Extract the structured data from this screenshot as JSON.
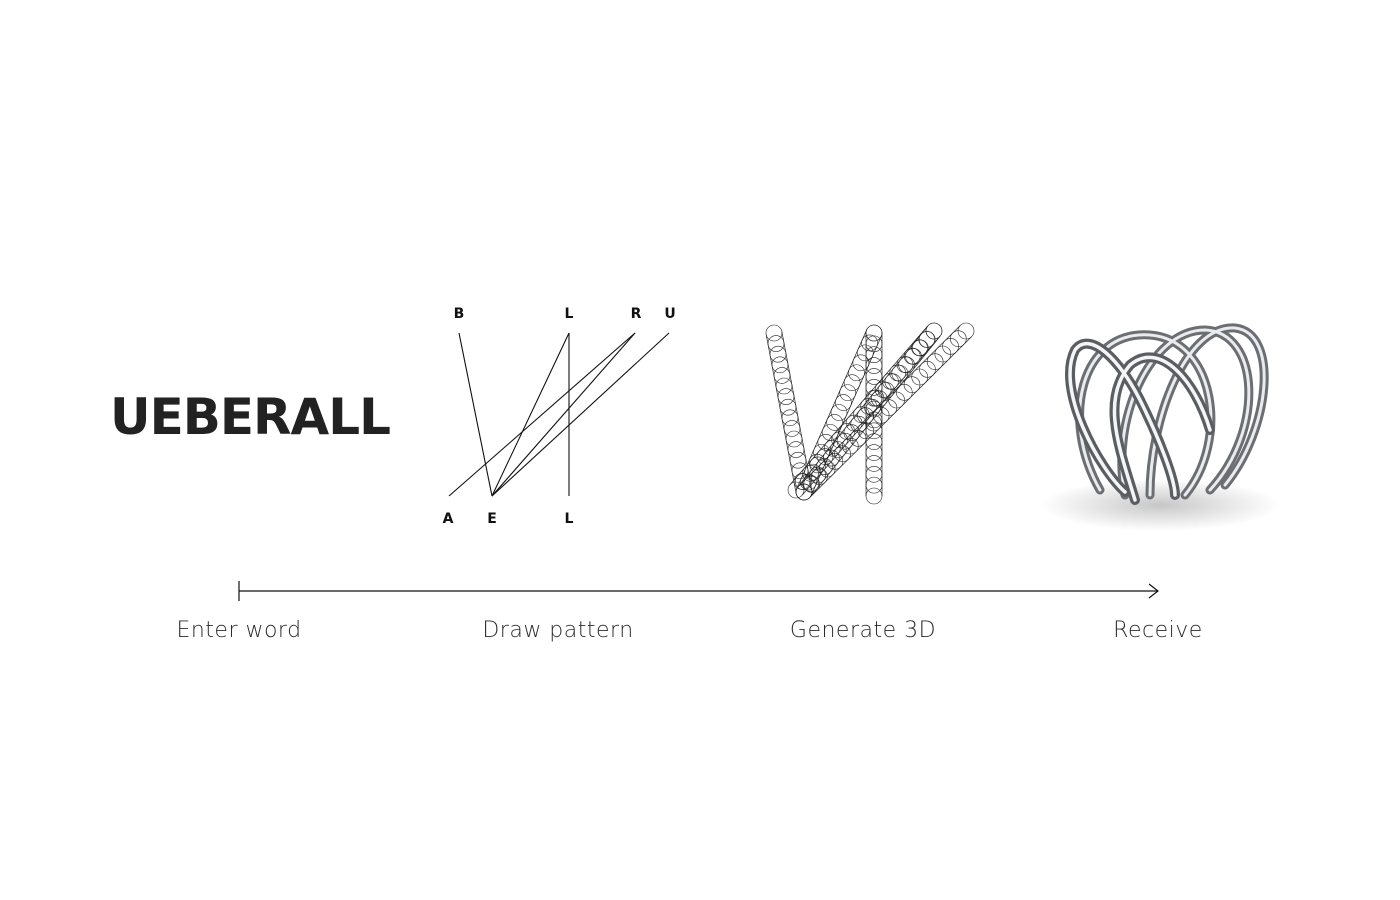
{
  "word": "UEBERALL",
  "pattern": {
    "top_letters": [
      "B",
      "L",
      "R",
      "U"
    ],
    "bottom_letters": [
      "A",
      "E",
      "L"
    ]
  },
  "steps": [
    {
      "label": "Enter word"
    },
    {
      "label": "Draw pattern"
    },
    {
      "label": "Generate 3D"
    },
    {
      "label": "Receive"
    }
  ],
  "colors": {
    "ink": "#111111",
    "ring_metal": "#b9bcc0",
    "background": "#ffffff"
  },
  "icons": [
    "wireframe-3d-icon",
    "silver-ring-image"
  ]
}
